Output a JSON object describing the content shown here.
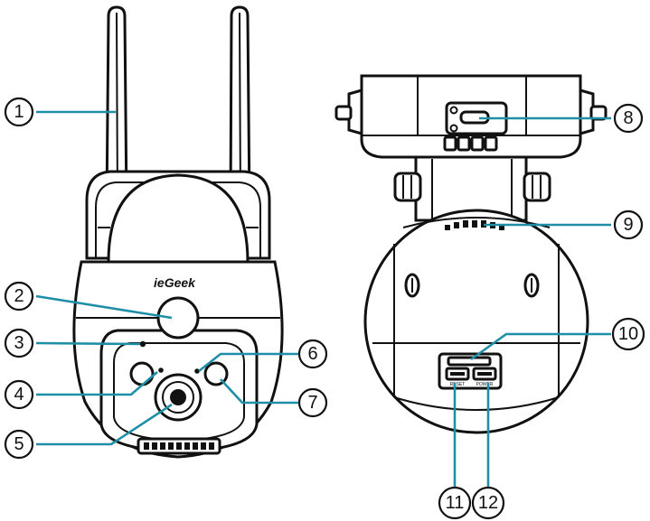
{
  "brand": "ieGeek",
  "button_labels": {
    "left": "RESET",
    "right": "POWER"
  },
  "callouts": [
    {
      "number": "1"
    },
    {
      "number": "2"
    },
    {
      "number": "3"
    },
    {
      "number": "4"
    },
    {
      "number": "5"
    },
    {
      "number": "6"
    },
    {
      "number": "7"
    },
    {
      "number": "8"
    },
    {
      "number": "9"
    },
    {
      "number": "10"
    },
    {
      "number": "11"
    },
    {
      "number": "12"
    }
  ],
  "colors": {
    "line": "#111111",
    "leader": "#1f8fa8",
    "background": "#ffffff"
  }
}
